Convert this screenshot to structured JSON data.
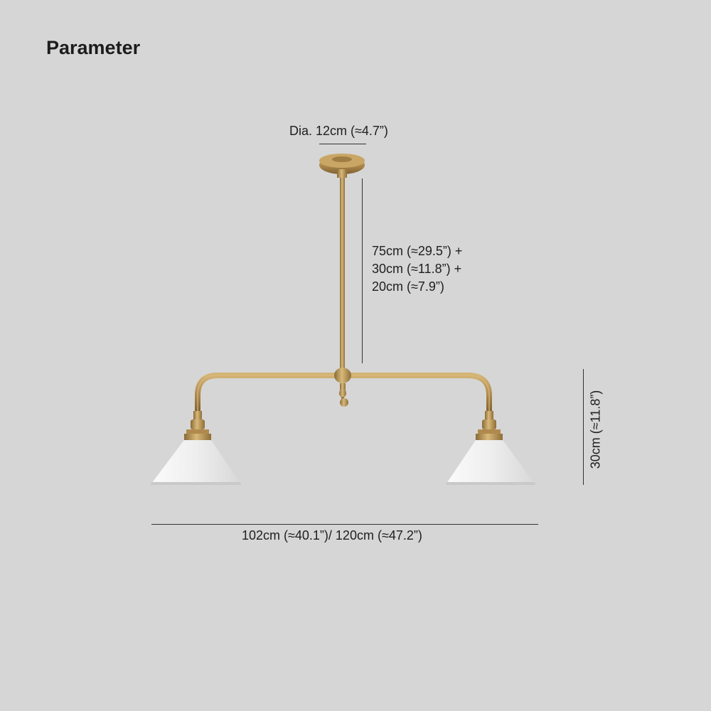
{
  "title": "Parameter",
  "dimensions": {
    "diameter": "Dia. 12cm (≈4.7”)",
    "drop_lines": [
      "75cm (≈29.5”) +",
      "30cm (≈11.8”) +",
      "20cm (≈7.9”)"
    ],
    "width": "102cm (≈40.1”)/ 120cm (≈47.2”)",
    "height": "30cm (≈11.8”)"
  },
  "colors": {
    "background": "#d6d6d6",
    "brass": "#b8945a",
    "shade": "#f2f2f2"
  }
}
